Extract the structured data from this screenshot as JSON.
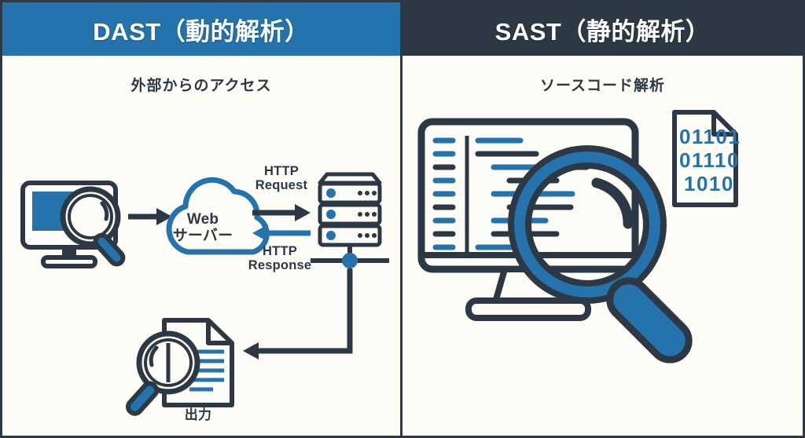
{
  "colors": {
    "blue": "#2573ad",
    "blue_light": "#3a86c0",
    "navy": "#2c3944",
    "paper": "#fdfcf7",
    "white": "#ffffff"
  },
  "panels": [
    {
      "id": "dast",
      "title": "DAST（動的解析）",
      "subtitle": "外部からのアクセス",
      "header_bg": "#2573ad",
      "labels": {
        "cloud_line1": "Web",
        "cloud_line2": "サーバー",
        "http_request_line1": "HTTP",
        "http_request_line2": "Request",
        "http_response_line1": "HTTP",
        "http_response_line2": "Response",
        "output": "出力"
      },
      "icons": [
        "monitor-magnifier-icon",
        "cloud-icon",
        "server-rack-icon",
        "document-magnifier-icon",
        "arrow-right-icon",
        "http-request-arrow-icon",
        "http-response-arrow-icon",
        "elbow-connector-arrow-icon"
      ]
    },
    {
      "id": "sast",
      "title": "SAST（静的解析）",
      "subtitle": "ソースコード解析",
      "header_bg": "#2c3944",
      "labels": {},
      "binary_rows": [
        "01101",
        "01110",
        "1010"
      ],
      "icons": [
        "code-monitor-icon",
        "binary-document-icon",
        "magnifier-icon"
      ]
    }
  ]
}
